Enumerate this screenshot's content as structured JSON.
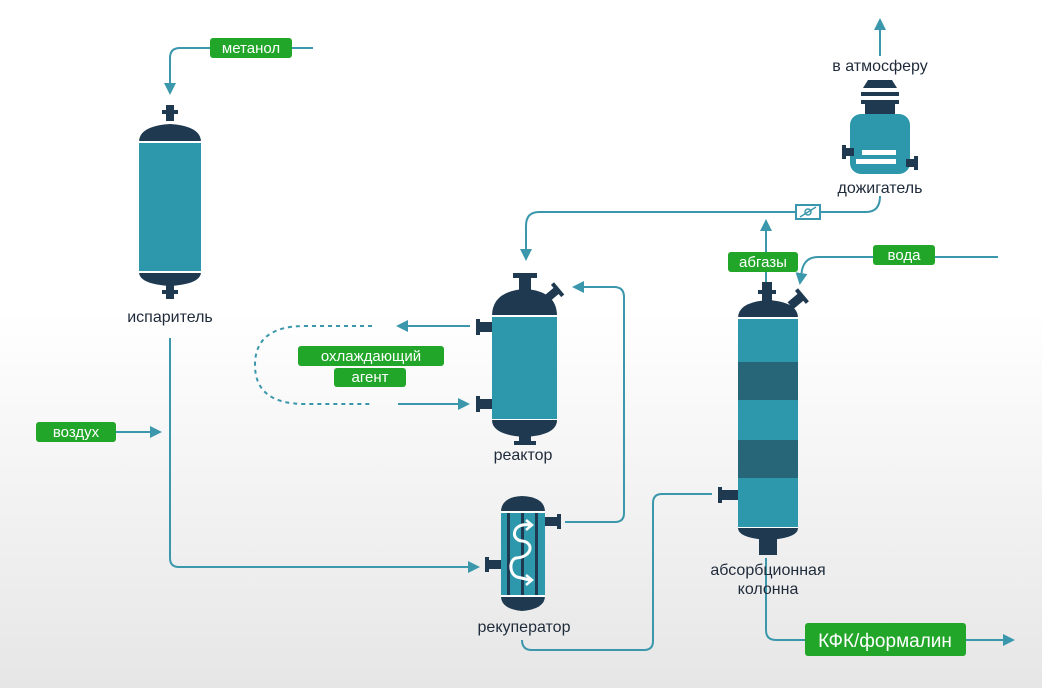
{
  "labels": {
    "evaporator": "испаритель",
    "reactor": "реактор",
    "recuperator": "рекуператор",
    "column_line1": "абсорбционная",
    "column_line2": "колонна",
    "afterburner": "дожигатель",
    "atmosphere": "в атмосферу"
  },
  "tags": {
    "methanol": "метанол",
    "air": "воздух",
    "coolant_line1": "охлаждающий",
    "coolant_line2": "агент",
    "offgas": "абгазы",
    "water": "вода",
    "product": "КФК/формалин"
  },
  "colors": {
    "vessel": "#2d98ab",
    "vessel_dark": "#1f3a50",
    "band": "#276579",
    "pipe": "#3b97ab",
    "tag": "#22a629"
  }
}
